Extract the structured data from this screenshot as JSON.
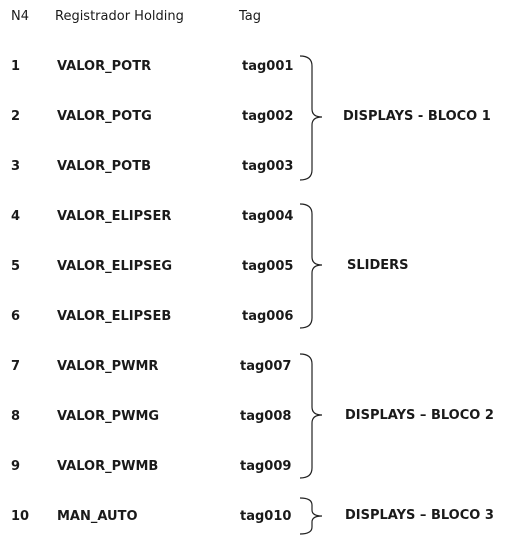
{
  "headers": {
    "n4": "N4",
    "registrador": "Registrador Holding",
    "tag": "Tag"
  },
  "rows": [
    {
      "n": "1",
      "reg": "VALOR_POTR",
      "tag": "tag001"
    },
    {
      "n": "2",
      "reg": "VALOR_POTG",
      "tag": "tag002"
    },
    {
      "n": "3",
      "reg": "VALOR_POTB",
      "tag": "tag003"
    },
    {
      "n": "4",
      "reg": "VALOR_ELIPSER",
      "tag": "tag004"
    },
    {
      "n": "5",
      "reg": "VALOR_ELIPSEG",
      "tag": "tag005"
    },
    {
      "n": "6",
      "reg": "VALOR_ELIPSEB",
      "tag": "tag006"
    },
    {
      "n": "7",
      "reg": "VALOR_PWMR",
      "tag": "tag007"
    },
    {
      "n": "8",
      "reg": "VALOR_PWMG",
      "tag": "tag008"
    },
    {
      "n": "9",
      "reg": "VALOR_PWMB",
      "tag": "tag009"
    },
    {
      "n": "10",
      "reg": "MAN_AUTO",
      "tag": "tag010"
    }
  ],
  "groups": [
    {
      "label": "DISPLAYS - BLOCO 1"
    },
    {
      "label": "SLIDERS"
    },
    {
      "label": "DISPLAYS – BLOCO 2"
    },
    {
      "label": "DISPLAYS – BLOCO 3"
    }
  ]
}
